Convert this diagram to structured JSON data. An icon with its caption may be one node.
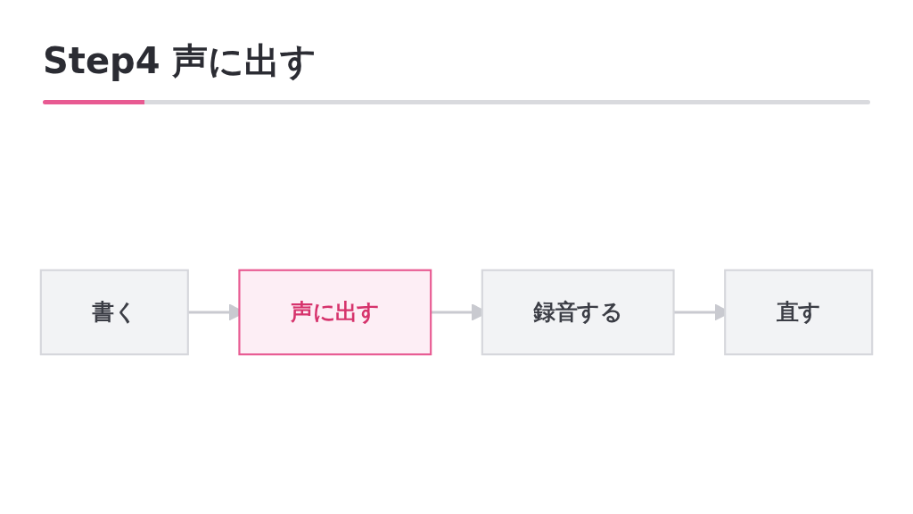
{
  "diagram": {
    "title": "Step4 声に出す",
    "nodes": [
      {
        "text": [
          "書く"
        ]
      },
      {
        "text": [
          "声に出す"
        ]
      },
      {
        "text": [
          "録音する"
        ]
      },
      {
        "text": [
          "直す"
        ]
      }
    ],
    "edges": [
      {
        "from": 0,
        "to": 1,
        "arrow": "to"
      },
      {
        "from": 1,
        "to": 2,
        "arrow": "to"
      },
      {
        "from": 2,
        "to": 3,
        "arrow": "to"
      }
    ]
  }
}
